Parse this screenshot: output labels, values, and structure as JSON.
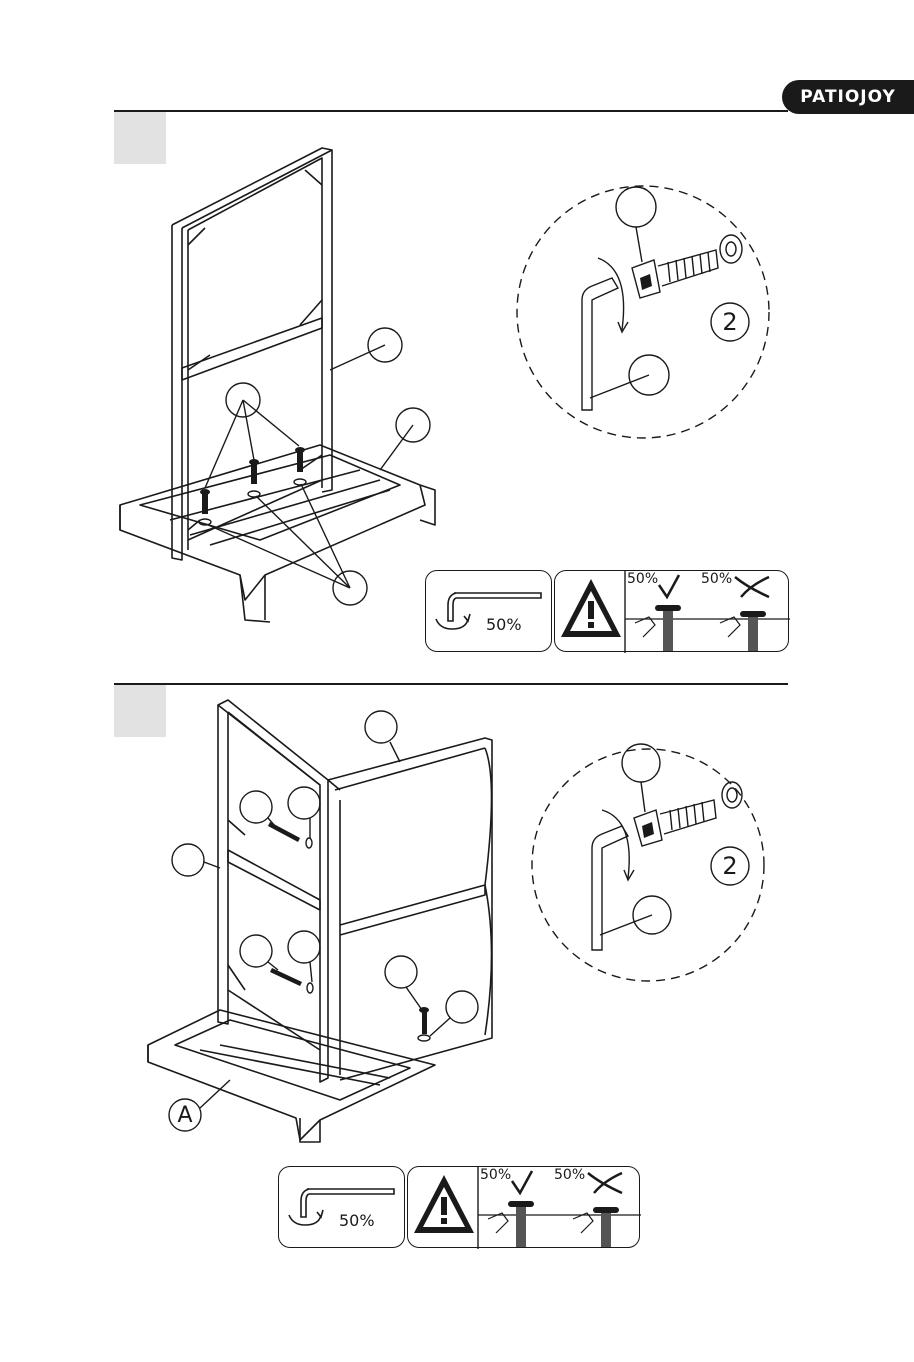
{
  "brand": {
    "name": "PATIOJOY"
  },
  "step1": {
    "callouts": {
      "washer": "2"
    },
    "warning": {
      "torque_label": "50%",
      "ok_label": "50%",
      "bad_label": "50%"
    }
  },
  "step2": {
    "callouts": {
      "base": "A",
      "washer": "2"
    },
    "warning": {
      "torque_label": "50%",
      "ok_label": "50%",
      "bad_label": "50%"
    }
  },
  "colors": {
    "ink": "#1a1a1a",
    "panel": "#e2e2e2",
    "brand_bg": "#1a1a1a"
  },
  "icons": [
    "allen-key-icon",
    "warning-triangle-icon",
    "check-icon",
    "cross-icon",
    "bolt-icon",
    "washer-icon"
  ]
}
